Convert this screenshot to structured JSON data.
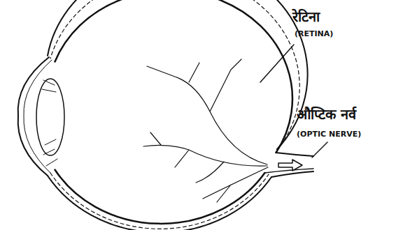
{
  "diagram": {
    "labels": [
      "रेटिना",
      "(RETINA)",
      "औप्टिक नर्व",
      "(OPTIC NERVE)"
    ]
  }
}
